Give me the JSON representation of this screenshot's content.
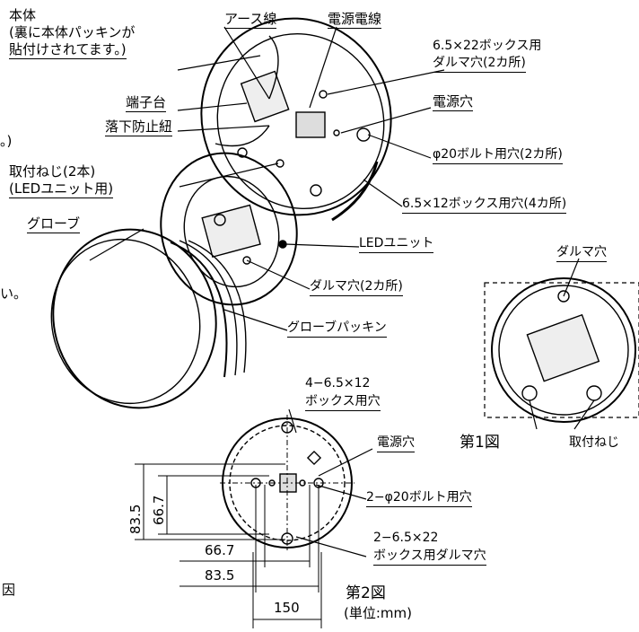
{
  "labels": {
    "body": "本体",
    "body_note1": "(裏に本体パッキンが",
    "body_note2": "貼付けされてます。)",
    "terminal": "端子台",
    "fall_cord": "落下防止紐",
    "frag1": "。)",
    "mount_screw1": "取付ねじ(2本)",
    "mount_screw2": "(LEDユニット用)",
    "globe": "グローブ",
    "frag2": "い。",
    "frag3": "因",
    "earth": "アース線",
    "power_wire": "電源電線",
    "box_hole_22a": "6.5×22ボックス用",
    "box_hole_22b": "ダルマ穴(2カ所)",
    "power_hole": "電源穴",
    "bolt_hole": "φ20ボルト用穴(2カ所)",
    "box_hole_12": "6.5×12ボックス用穴(4カ所)",
    "led_unit": "LEDユニット",
    "daruma_hole_2": "ダルマ穴(2カ所)",
    "globe_packing": "グローブパッキン",
    "fig1_daruma": "ダルマ穴",
    "fig1_screw": "取付ねじ",
    "fig1": "第1図",
    "fig2_box12a": "4−6.5×12",
    "fig2_box12b": "ボックス用穴",
    "fig2_power_hole": "電源穴",
    "fig2_bolt": "2−φ20ボルト用穴",
    "fig2_box22a": "2−6.5×22",
    "fig2_box22b": "ボックス用ダルマ穴",
    "fig2": "第2図",
    "fig2_unit": "(単位:mm)"
  },
  "dimensions": {
    "d_83_5_v": "83.5",
    "d_66_7_v": "66.7",
    "d_66_7_h": "66.7",
    "d_83_5_h": "83.5",
    "d_150": "150"
  }
}
